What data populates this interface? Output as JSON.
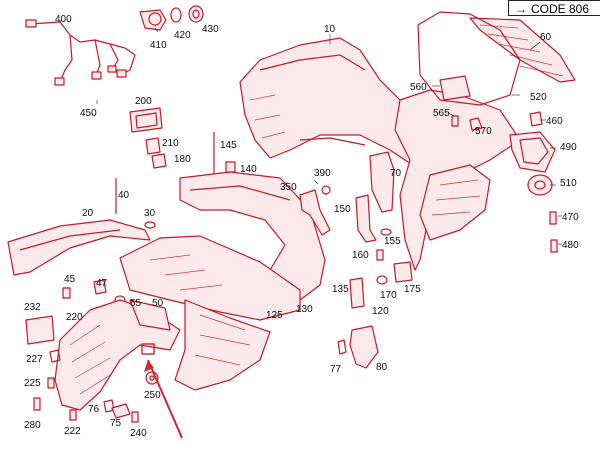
{
  "header": {
    "code_label": "CODE 806",
    "arrow_glyph": "→"
  },
  "labels": {
    "p400": "400",
    "p410": "410",
    "p420": "420",
    "p430": "430",
    "p10": "10",
    "p60": "60",
    "p450": "450",
    "p200": "200",
    "p560": "560",
    "p520": "520",
    "p565": "565",
    "p570": "570",
    "p460": "460",
    "p490": "490",
    "p210": "210",
    "p180": "180",
    "p145": "145",
    "p140": "140",
    "p390": "390",
    "p70": "70",
    "p510": "510",
    "p350": "350",
    "p40": "40",
    "p150": "150",
    "p470": "470",
    "p20": "20",
    "p30": "30",
    "p155": "155",
    "p480": "480",
    "p160": "160",
    "p45": "45",
    "p47": "47",
    "p175": "175",
    "p170": "170",
    "p135": "135",
    "p55": "55",
    "p50": "50",
    "p232": "232",
    "p220": "220",
    "p125": "125",
    "p130": "130",
    "p120": "120",
    "p227": "227",
    "p77": "77",
    "p80": "80",
    "p225": "225",
    "p250": "250",
    "p76": "76",
    "p75": "75",
    "p280": "280",
    "p222": "222",
    "p240": "240"
  },
  "highlight": {
    "color": "#d0262e"
  }
}
